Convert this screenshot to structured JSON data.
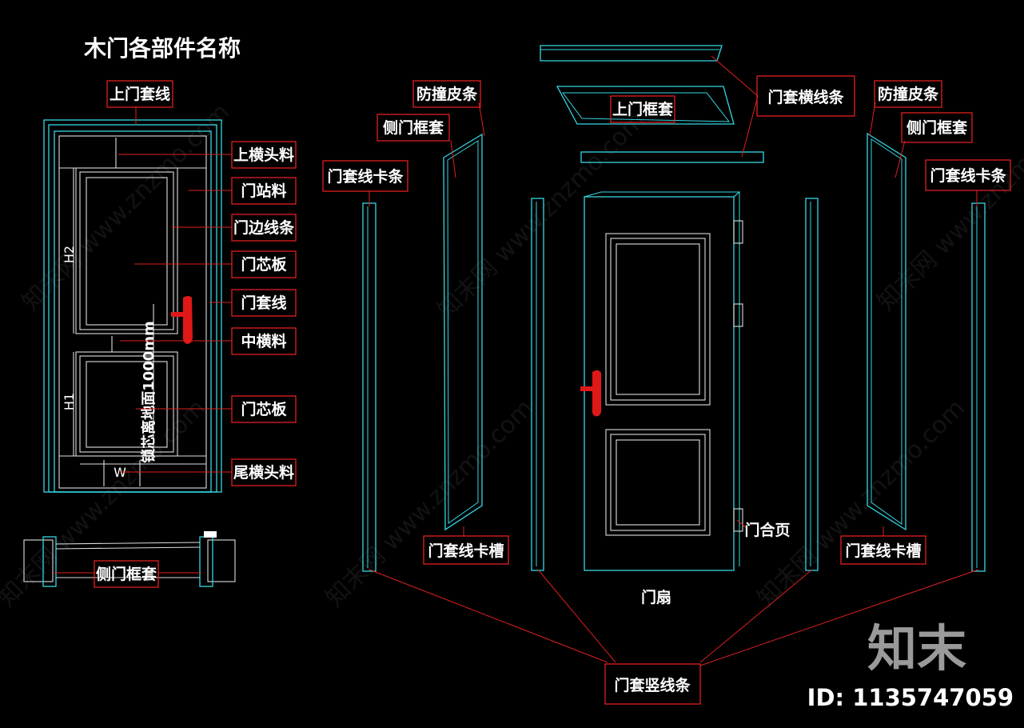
{
  "title": "木门各部件名称",
  "left_labels": {
    "top_casing": "上门套线",
    "top_rail": "上横头料",
    "stile": "门站料",
    "edge_molding": "门边线条",
    "panel_upper": "门芯板",
    "casing_line": "门套线",
    "mid_rail": "中横料",
    "panel_lower": "门芯板",
    "bottom_rail": "尾横头料",
    "side_frame_section": "侧门框套"
  },
  "dimensions": {
    "h2": "H2",
    "h1": "H1",
    "w": "W",
    "lock_height": "锁芯离地面1000mm"
  },
  "right_labels": {
    "horizontal_casing": "门套横线条",
    "top_frame": "上门框套",
    "bumper_left": "防撞皮条",
    "side_frame_left": "侧门框套",
    "clip_left": "门套线卡条",
    "bumper_right": "防撞皮条",
    "side_frame_right": "侧门框套",
    "clip_right": "门套线卡条",
    "groove_left": "门套线卡槽",
    "groove_right": "门套线卡槽",
    "hinge": "门合页",
    "door_leaf": "门扇",
    "vertical_casing": "门套竖线条"
  },
  "watermark": {
    "logo": "知末",
    "id": "ID: 1135747059",
    "site": "知末网 www.znzmo.com"
  },
  "colors": {
    "background": "#000000",
    "outline": "#35d7e3",
    "leader": "#e02020",
    "handle": "#e01818",
    "text": "#ffffff"
  }
}
